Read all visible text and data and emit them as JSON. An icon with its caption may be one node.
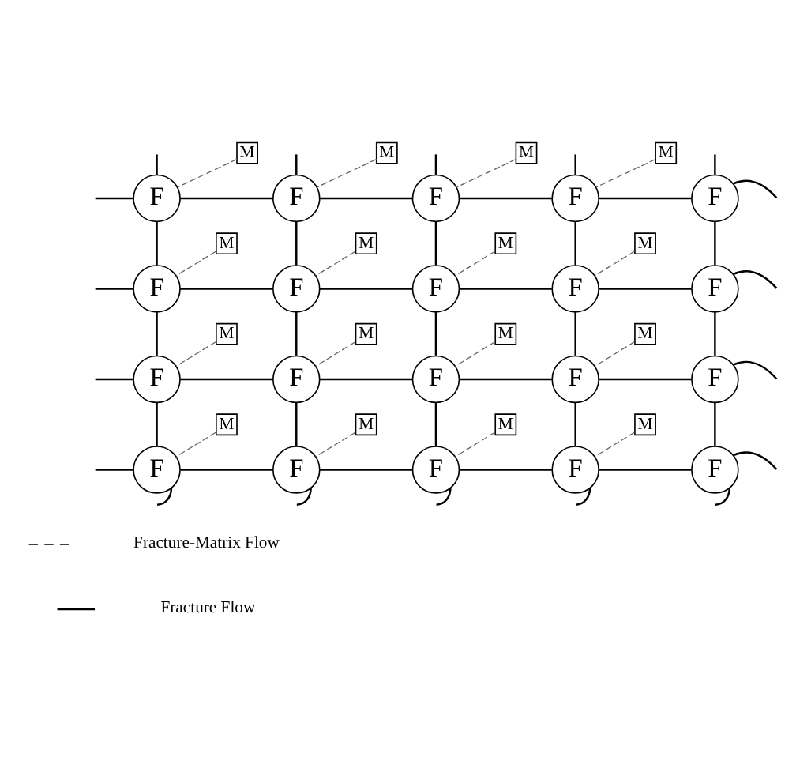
{
  "diagram": {
    "nodes": [
      {
        "text": [
          "M"
        ]
      },
      {
        "text": [
          "M"
        ]
      },
      {
        "text": [
          "M"
        ]
      },
      {
        "text": [
          "M"
        ]
      },
      {
        "text": [
          "F"
        ]
      },
      {
        "text": [
          "F"
        ]
      },
      {
        "text": [
          "F"
        ]
      },
      {
        "text": [
          "F"
        ]
      },
      {
        "text": [
          "F"
        ]
      },
      {
        "text": [
          "M"
        ]
      },
      {
        "text": [
          "M"
        ]
      },
      {
        "text": [
          "M"
        ]
      },
      {
        "text": [
          "M"
        ]
      },
      {
        "text": [
          "F"
        ]
      },
      {
        "text": [
          "F"
        ]
      },
      {
        "text": [
          "F"
        ]
      },
      {
        "text": [
          "F"
        ]
      },
      {
        "text": [
          "F"
        ]
      },
      {
        "text": [
          "M"
        ]
      },
      {
        "text": [
          "M"
        ]
      },
      {
        "text": [
          "M"
        ]
      },
      {
        "text": [
          "M"
        ]
      },
      {
        "text": [
          "F"
        ]
      },
      {
        "text": [
          "F"
        ]
      },
      {
        "text": [
          "F"
        ]
      },
      {
        "text": [
          "F"
        ]
      },
      {
        "text": [
          "F"
        ]
      },
      {
        "text": [
          "M"
        ]
      },
      {
        "text": [
          "M"
        ]
      },
      {
        "text": [
          "M"
        ]
      },
      {
        "text": [
          "M"
        ]
      },
      {
        "text": [
          "F"
        ]
      },
      {
        "text": [
          "F"
        ]
      },
      {
        "text": [
          "F"
        ]
      },
      {
        "text": [
          "F"
        ]
      },
      {
        "text": [
          "F"
        ]
      }
    ],
    "edges": [
      {
        "from": 4,
        "to": 5,
        "arrow": "none"
      },
      {
        "from": 5,
        "to": 6,
        "arrow": "none"
      },
      {
        "from": 6,
        "to": 7,
        "arrow": "none"
      },
      {
        "from": 7,
        "to": 8,
        "arrow": "none"
      },
      {
        "from": 13,
        "to": 14,
        "arrow": "none"
      },
      {
        "from": 14,
        "to": 15,
        "arrow": "none"
      },
      {
        "from": 15,
        "to": 16,
        "arrow": "none"
      },
      {
        "from": 16,
        "to": 17,
        "arrow": "none"
      },
      {
        "from": 22,
        "to": 23,
        "arrow": "none"
      },
      {
        "from": 23,
        "to": 24,
        "arrow": "none"
      },
      {
        "from": 24,
        "to": 25,
        "arrow": "none"
      },
      {
        "from": 25,
        "to": 26,
        "arrow": "none"
      },
      {
        "from": 31,
        "to": 32,
        "arrow": "none"
      },
      {
        "from": 32,
        "to": 33,
        "arrow": "none"
      },
      {
        "from": 33,
        "to": 34,
        "arrow": "none"
      },
      {
        "from": 34,
        "to": 35,
        "arrow": "none"
      },
      {
        "from": 4,
        "to": 13,
        "arrow": "none"
      },
      {
        "from": 5,
        "to": 14,
        "arrow": "none"
      },
      {
        "from": 6,
        "to": 15,
        "arrow": "none"
      },
      {
        "from": 7,
        "to": 16,
        "arrow": "none"
      },
      {
        "from": 8,
        "to": 17,
        "arrow": "none"
      },
      {
        "from": 13,
        "to": 22,
        "arrow": "none"
      },
      {
        "from": 14,
        "to": 23,
        "arrow": "none"
      },
      {
        "from": 15,
        "to": 24,
        "arrow": "none"
      },
      {
        "from": 16,
        "to": 25,
        "arrow": "none"
      },
      {
        "from": 17,
        "to": 26,
        "arrow": "none"
      },
      {
        "from": 22,
        "to": 31,
        "arrow": "none"
      },
      {
        "from": 23,
        "to": 32,
        "arrow": "none"
      },
      {
        "from": 24,
        "to": 33,
        "arrow": "none"
      },
      {
        "from": 25,
        "to": 34,
        "arrow": "none"
      },
      {
        "from": 26,
        "to": 35,
        "arrow": "none"
      },
      {
        "from": 0,
        "to": 4,
        "arrow": "none",
        "style": "dashed",
        "color": "#666666"
      },
      {
        "from": 1,
        "to": 5,
        "arrow": "none",
        "style": "dashed",
        "color": "#666666"
      },
      {
        "from": 2,
        "to": 6,
        "arrow": "none",
        "style": "dashed",
        "color": "#666666"
      },
      {
        "from": 3,
        "to": 7,
        "arrow": "none",
        "style": "dashed",
        "color": "#666666"
      },
      {
        "from": 9,
        "to": 13,
        "arrow": "none",
        "style": "dashed",
        "color": "#666666"
      },
      {
        "from": 10,
        "to": 14,
        "arrow": "none",
        "style": "dashed",
        "color": "#666666"
      },
      {
        "from": 11,
        "to": 15,
        "arrow": "none",
        "style": "dashed",
        "color": "#666666"
      },
      {
        "from": 12,
        "to": 16,
        "arrow": "none",
        "style": "dashed",
        "color": "#666666"
      },
      {
        "from": 18,
        "to": 22,
        "arrow": "none",
        "style": "dashed",
        "color": "#666666"
      },
      {
        "from": 19,
        "to": 23,
        "arrow": "none",
        "style": "dashed",
        "color": "#666666"
      },
      {
        "from": 20,
        "to": 24,
        "arrow": "none",
        "style": "dashed",
        "color": "#666666"
      },
      {
        "from": 21,
        "to": 25,
        "arrow": "none",
        "style": "dashed",
        "color": "#666666"
      },
      {
        "from": 27,
        "to": 31,
        "arrow": "none",
        "style": "dashed",
        "color": "#666666"
      },
      {
        "from": 28,
        "to": 32,
        "arrow": "none",
        "style": "dashed",
        "color": "#666666"
      },
      {
        "from": 29,
        "to": 33,
        "arrow": "none",
        "style": "dashed",
        "color": "#666666"
      },
      {
        "from": 30,
        "to": 34,
        "arrow": "none",
        "style": "dashed",
        "color": "#666666"
      },
      {
        "from": null,
        "to": 4,
        "arrow": "none"
      },
      {
        "from": null,
        "to": 5,
        "arrow": "none"
      },
      {
        "from": null,
        "to": 6,
        "arrow": "none"
      },
      {
        "from": null,
        "to": 7,
        "arrow": "none"
      },
      {
        "from": null,
        "to": 8,
        "arrow": "none"
      },
      {
        "from": null,
        "to": 4,
        "arrow": "none"
      },
      {
        "from": null,
        "to": 13,
        "arrow": "none"
      },
      {
        "from": null,
        "to": 22,
        "arrow": "none"
      },
      {
        "from": null,
        "to": 31,
        "arrow": "none"
      },
      {
        "from": null,
        "to": 8,
        "arrow": "none"
      },
      {
        "from": null,
        "to": 17,
        "arrow": "none"
      },
      {
        "from": null,
        "to": 26,
        "arrow": "none"
      },
      {
        "from": null,
        "to": 35,
        "arrow": "none"
      },
      {
        "from": null,
        "to": 31,
        "arrow": "none"
      },
      {
        "from": null,
        "to": 32,
        "arrow": "none"
      },
      {
        "from": null,
        "to": 33,
        "arrow": "none"
      },
      {
        "from": null,
        "to": 34,
        "arrow": "none"
      },
      {
        "from": null,
        "to": 35,
        "arrow": "none"
      }
    ],
    "legend": [
      {
        "text": "Fracture-Matrix Flow"
      },
      {
        "text": "Fracture Flow"
      }
    ]
  }
}
